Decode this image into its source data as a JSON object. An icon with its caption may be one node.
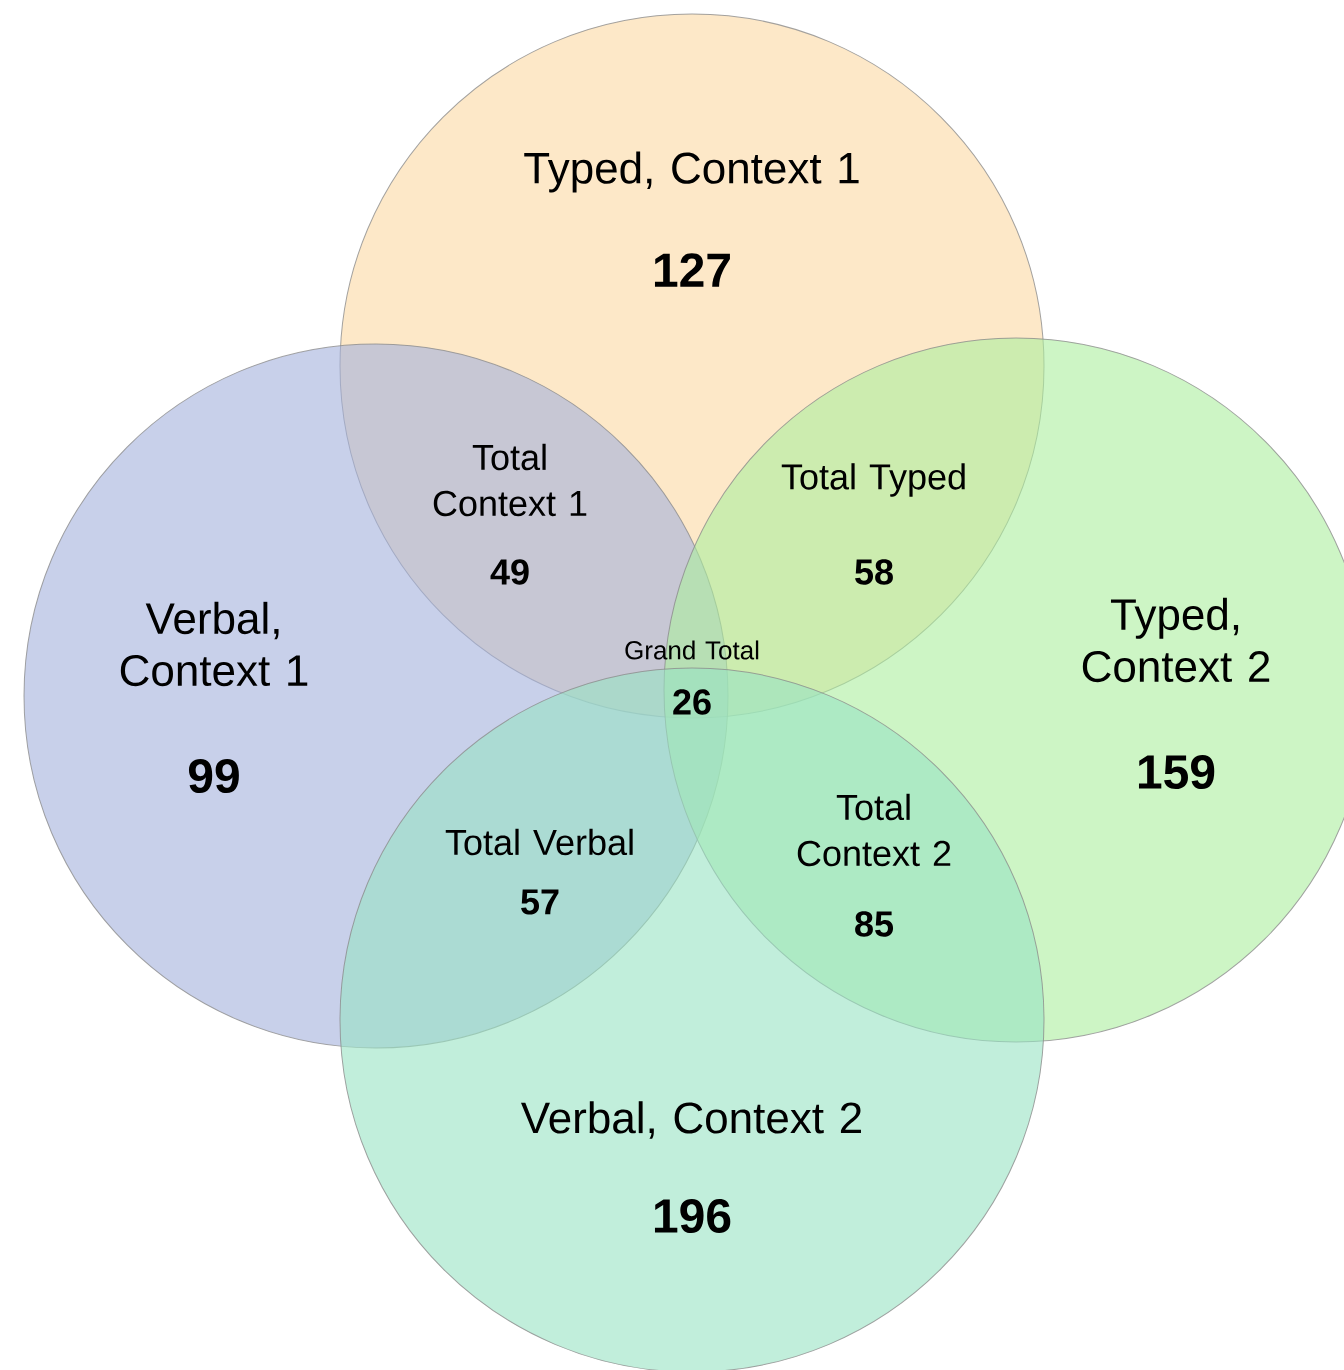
{
  "diagram": {
    "nodes": [
      {
        "text": [
          "Typed, Context 1",
          "127"
        ]
      },
      {
        "text": [
          "Verbal, Context 1",
          "99"
        ]
      },
      {
        "text": [
          "Typed, Context 2",
          "159"
        ]
      },
      {
        "text": [
          "Verbal, Context 2",
          "196"
        ]
      }
    ],
    "labels": [
      "Total Context 1",
      "49",
      "Total Typed",
      "58",
      "Grand Total",
      "26",
      "Total Verbal",
      "57",
      "Total Context 2",
      "85"
    ]
  }
}
